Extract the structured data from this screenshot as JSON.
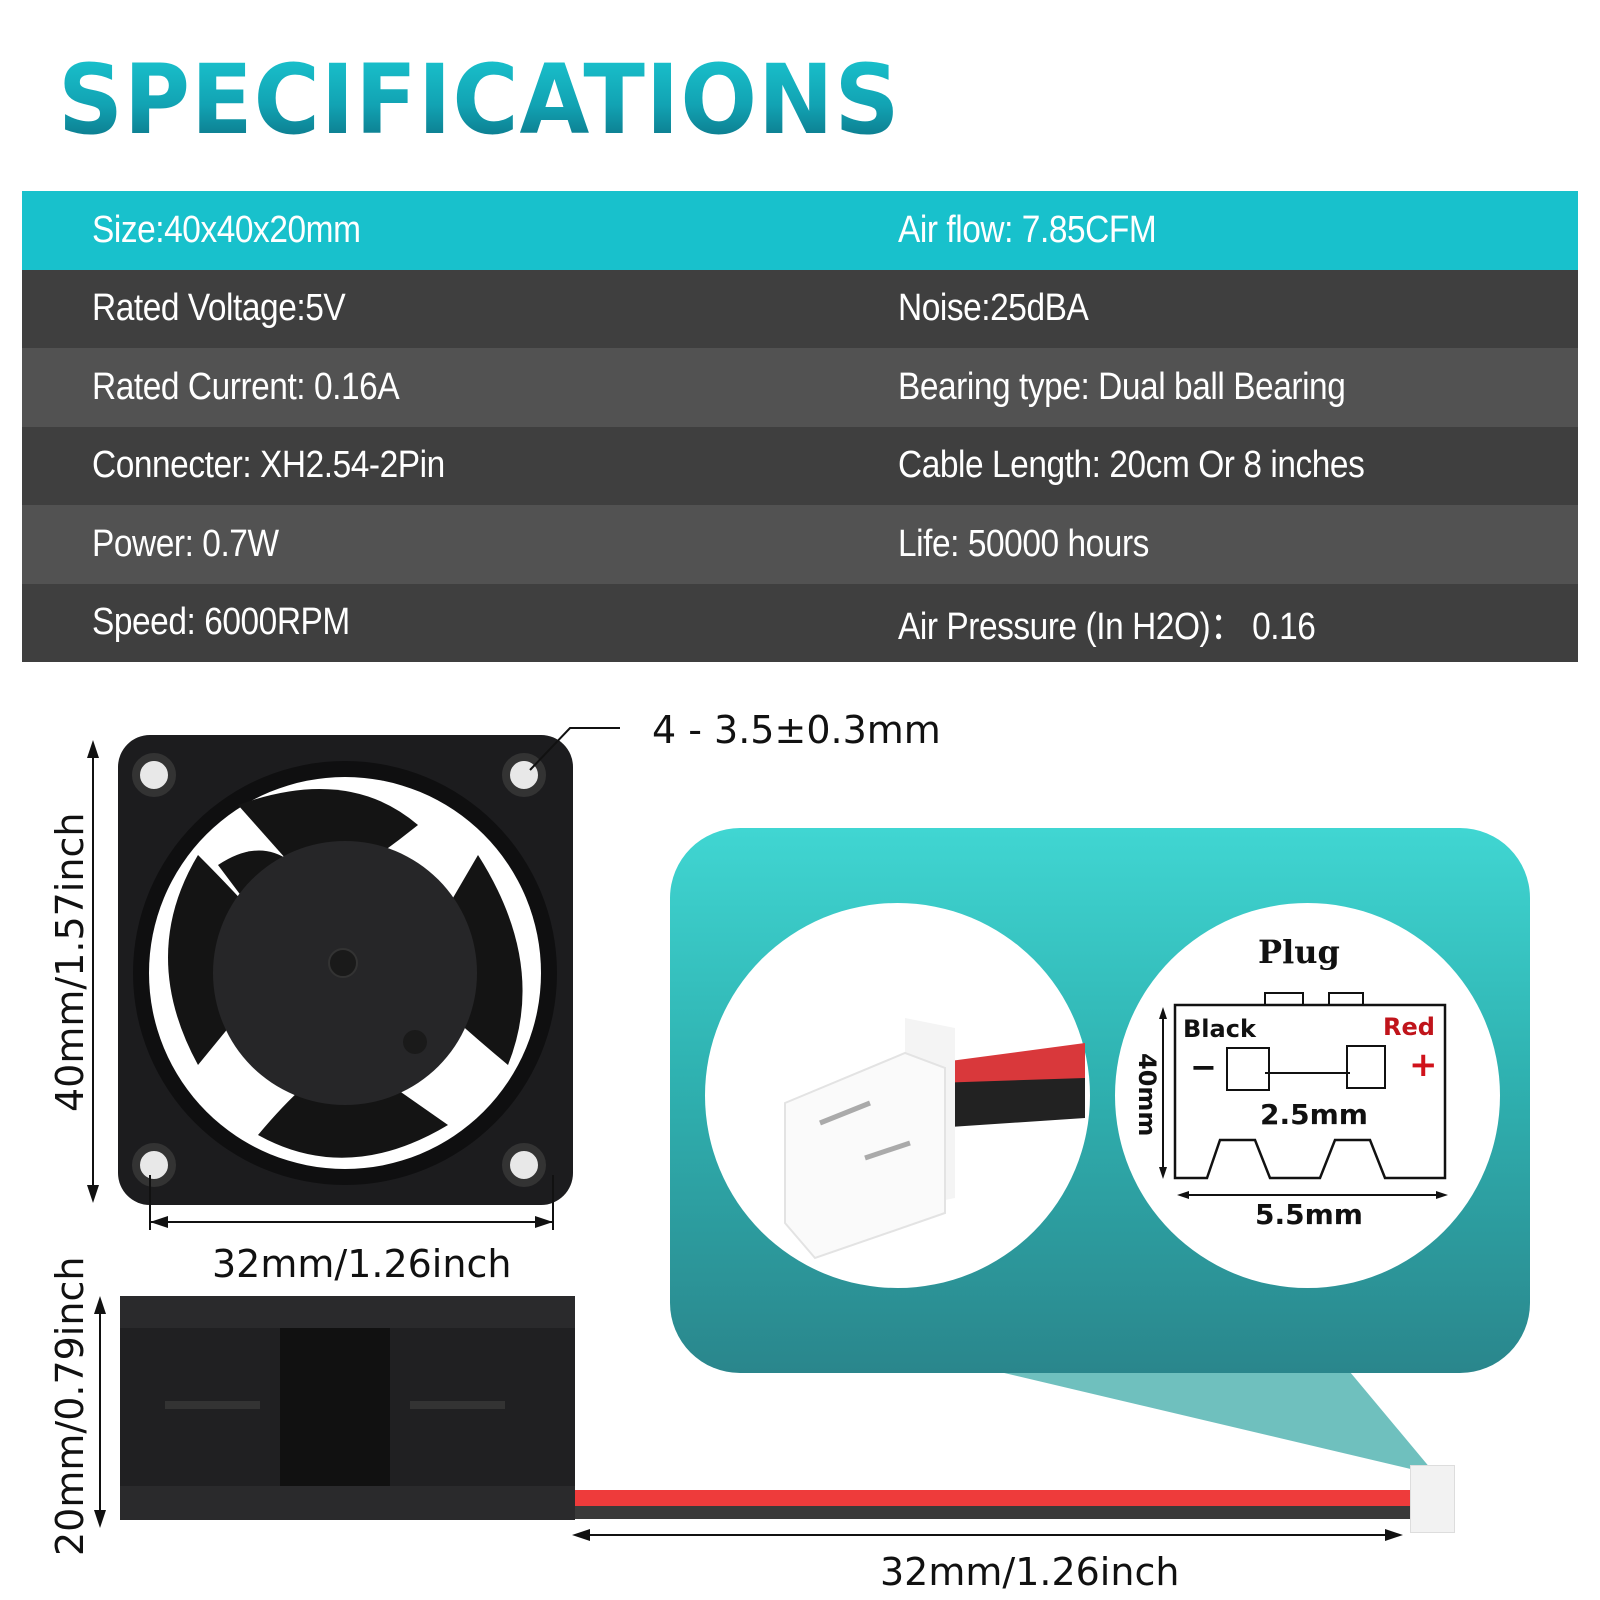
{
  "title": "SPECIFICATIONS",
  "colors": {
    "title_gradient_top": "#1ac4cf",
    "title_gradient_bottom": "#0b7184",
    "header_row": "#18c1cc",
    "row_dark": "#3f3f3f",
    "row_light": "#525252",
    "panel_top": "#40d6d2",
    "panel_bottom": "#2a868c",
    "wire_red": "#ee3b3b",
    "wire_black": "#3a3a3a"
  },
  "specs": {
    "rows": [
      {
        "left": "Size:40x40x20mm",
        "right": "Air flow: 7.85CFM"
      },
      {
        "left": "Rated Voltage:5V",
        "right": "Noise:25dBA"
      },
      {
        "left": "Rated Current: 0.16A",
        "right": "Bearing type: Dual ball Bearing"
      },
      {
        "left": "Connecter: XH2.54-2Pin",
        "right": "Cable Length: 20cm Or 8 inches"
      },
      {
        "left": "Power: 0.7W",
        "right": "Life: 50000 hours"
      },
      {
        "left": "Speed: 6000RPM",
        "right": "Air Pressure (In H2O)： 0.16"
      }
    ]
  },
  "dimensions": {
    "mount_holes": "4 - 3.5±0.3mm",
    "front_height": "40mm/1.57inch",
    "front_width": "32mm/1.26inch",
    "side_height": "20mm/0.79inch",
    "cable_length": "32mm/1.26inch"
  },
  "plug_diagram": {
    "title": "Plug",
    "black_label": "Black",
    "red_label": "Red",
    "minus": "−",
    "plus": "+",
    "pin_pitch": "2.5mm",
    "width": "5.5mm",
    "height": "40mm"
  }
}
